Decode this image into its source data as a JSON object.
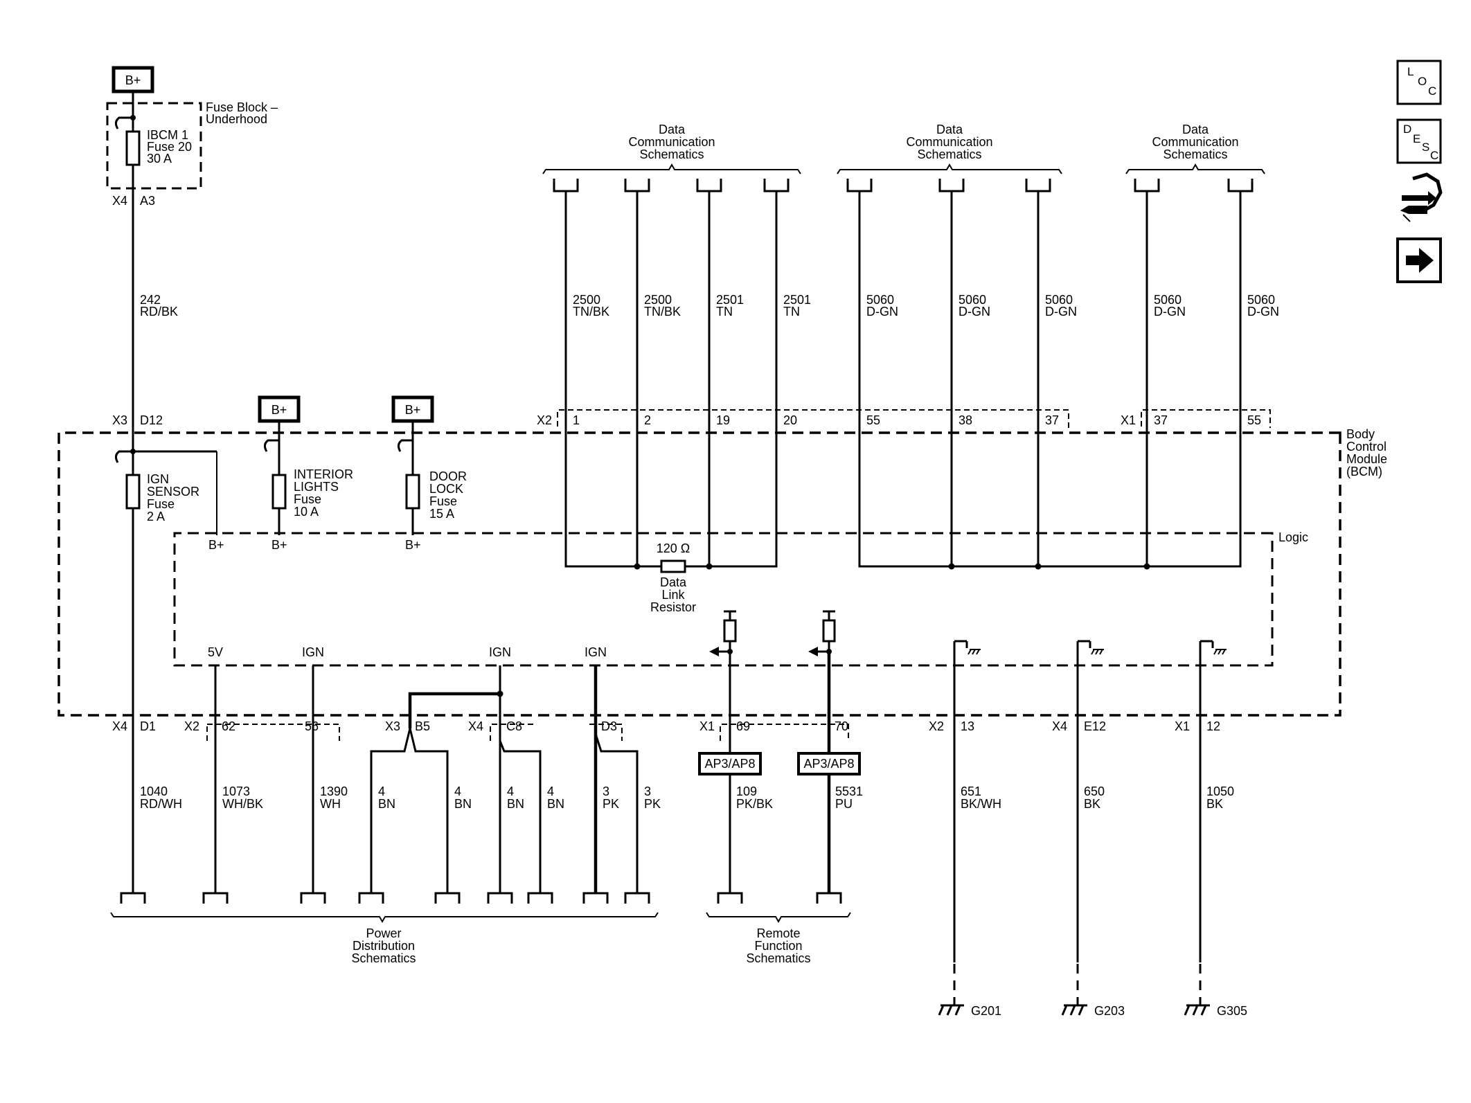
{
  "power_source": {
    "label": "B+"
  },
  "fuse_block": {
    "title_line1": "Fuse Block –",
    "title_line2": "Underhood",
    "fuse_line1": "IBCM 1",
    "fuse_line2": "Fuse 20",
    "fuse_line3": "30 A",
    "conn_left": "X4",
    "conn_right": "A3"
  },
  "feed_wire": {
    "circuit": "242",
    "color": "RD/BK"
  },
  "bcm": {
    "title_line1": "Body",
    "title_line2": "Control",
    "title_line3": "Module",
    "title_line4": "(BCM)",
    "logic_label": "Logic",
    "x3": "X3",
    "d12": "D12"
  },
  "internal_fuses": [
    {
      "l1": "IGN",
      "l2": "SENSOR",
      "l3": "Fuse",
      "l4": "2 A",
      "bplus": "B+"
    },
    {
      "l1": "INTERIOR",
      "l2": "LIGHTS",
      "l3": "Fuse",
      "l4": "10 A",
      "bplus": "B+",
      "source": "B+"
    },
    {
      "l1": "DOOR",
      "l2": "LOCK",
      "l3": "Fuse",
      "l4": "15 A",
      "bplus": "B+",
      "source": "B+"
    }
  ],
  "data_comm": {
    "title_line1": "Data",
    "title_line2": "Communication",
    "title_line3": "Schematics",
    "x2": "X2",
    "x1": "X1",
    "wires": [
      {
        "circuit": "2500",
        "color": "TN/BK",
        "pin": "1"
      },
      {
        "circuit": "2500",
        "color": "TN/BK",
        "pin": "2"
      },
      {
        "circuit": "2501",
        "color": "TN",
        "pin": "19"
      },
      {
        "circuit": "2501",
        "color": "TN",
        "pin": "20"
      },
      {
        "circuit": "5060",
        "color": "D-GN",
        "pin": "55"
      },
      {
        "circuit": "5060",
        "color": "D-GN",
        "pin": "38"
      },
      {
        "circuit": "5060",
        "color": "D-GN",
        "pin": "37"
      },
      {
        "circuit": "5060",
        "color": "D-GN",
        "pin": "37"
      },
      {
        "circuit": "5060",
        "color": "D-GN",
        "pin": "55"
      }
    ]
  },
  "resistor": {
    "value": "120 Ω",
    "line1": "Data",
    "line2": "Link",
    "line3": "Resistor"
  },
  "logic_outputs": {
    "v5": "5V",
    "ign": "IGN"
  },
  "bottom_connectors": {
    "x4_a": "X4",
    "d1": "D1",
    "x2_a": "X2",
    "p62": "62",
    "p56": "56",
    "x3_a": "X3",
    "b5": "B5",
    "x4_b": "X4",
    "c8": "C8",
    "d3": "D3",
    "x1_a": "X1",
    "p69": "69",
    "p70": "70",
    "x2_b": "X2",
    "p13": "13",
    "x4_c": "X4",
    "e12": "E12",
    "x1_b": "X1",
    "p12": "12"
  },
  "power_wires": [
    {
      "circuit": "1040",
      "color": "RD/WH"
    },
    {
      "circuit": "1073",
      "color": "WH/BK"
    },
    {
      "circuit": "1390",
      "color": "WH"
    },
    {
      "circuit": "4",
      "color": "BN"
    },
    {
      "circuit": "4",
      "color": "BN"
    },
    {
      "circuit": "4",
      "color": "BN"
    },
    {
      "circuit": "4",
      "color": "BN"
    },
    {
      "circuit": "3",
      "color": "PK"
    },
    {
      "circuit": "3",
      "color": "PK"
    }
  ],
  "power_dist": {
    "line1": "Power",
    "line2": "Distribution",
    "line3": "Schematics"
  },
  "remote": {
    "ap": "AP3/AP8",
    "w1_circuit": "109",
    "w1_color": "PK/BK",
    "w2_circuit": "5531",
    "w2_color": "PU",
    "line1": "Remote",
    "line2": "Function",
    "line3": "Schematics"
  },
  "grounds": [
    {
      "circuit": "651",
      "color": "BK/WH",
      "name": "G201"
    },
    {
      "circuit": "650",
      "color": "BK",
      "name": "G203"
    },
    {
      "circuit": "1050",
      "color": "BK",
      "name": "G305"
    }
  ],
  "sidebar": {
    "loc": {
      "a": "L",
      "b": "O",
      "c": "C"
    },
    "desc": {
      "a": "D",
      "b": "E",
      "c": "S",
      "d": "C"
    }
  }
}
